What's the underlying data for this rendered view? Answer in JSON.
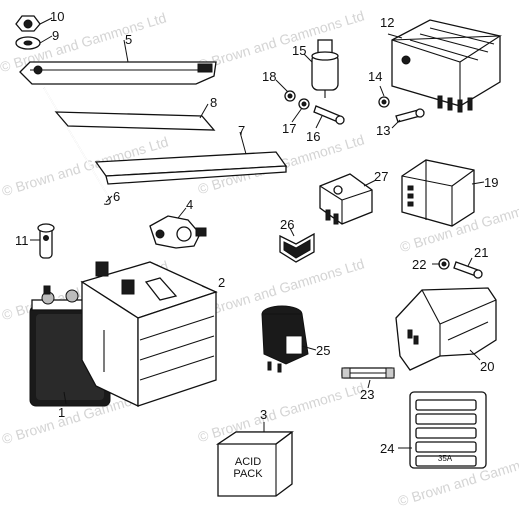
{
  "watermark": "© Brown and Gammons Ltd",
  "acid_pack_label": {
    "line1": "ACID",
    "line2": "PACK"
  },
  "fuse_rating_text": "35A",
  "callouts": [
    "1",
    "2",
    "3",
    "4",
    "5",
    "6",
    "7",
    "8",
    "9",
    "10",
    "11",
    "12",
    "13",
    "14",
    "15",
    "16",
    "17",
    "18",
    "19",
    "20",
    "21",
    "22",
    "23",
    "24",
    "25",
    "26",
    "27"
  ]
}
